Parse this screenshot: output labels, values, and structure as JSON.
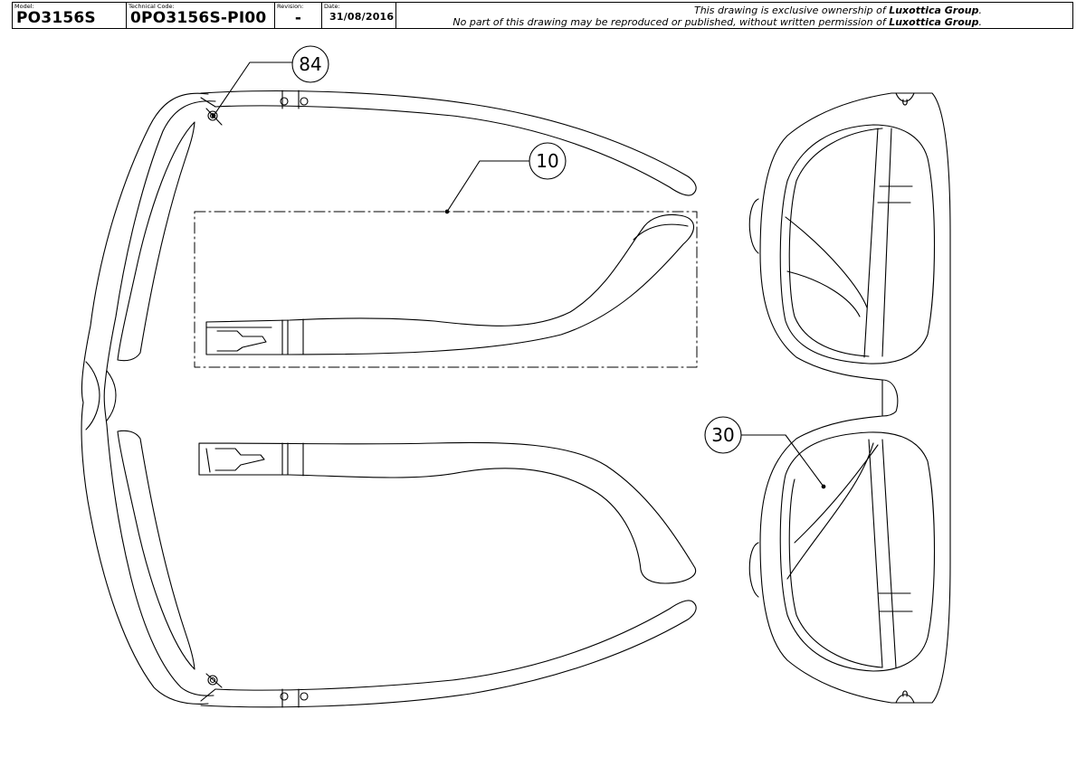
{
  "title_block": {
    "model_label": "Model:",
    "model": "PO3156S",
    "technical_code_label": "Technical Code:",
    "technical_code": "0PO3156S-PI00",
    "revision_label": "Revision:",
    "revision": "-",
    "date_label": "Date:",
    "date": "31/08/2016",
    "notice_line1_prefix": "This drawing is exclusive ownership of ",
    "notice_line1_company": "Luxottica Group",
    "notice_line1_suffix": ".",
    "notice_line2_prefix": "No part of this drawing may be reproduced or published, without written permission of ",
    "notice_line2_company": "Luxottica Group",
    "notice_line2_suffix": "."
  },
  "callouts": {
    "hinge_screw": "84",
    "temple": "10",
    "lens": "30"
  }
}
